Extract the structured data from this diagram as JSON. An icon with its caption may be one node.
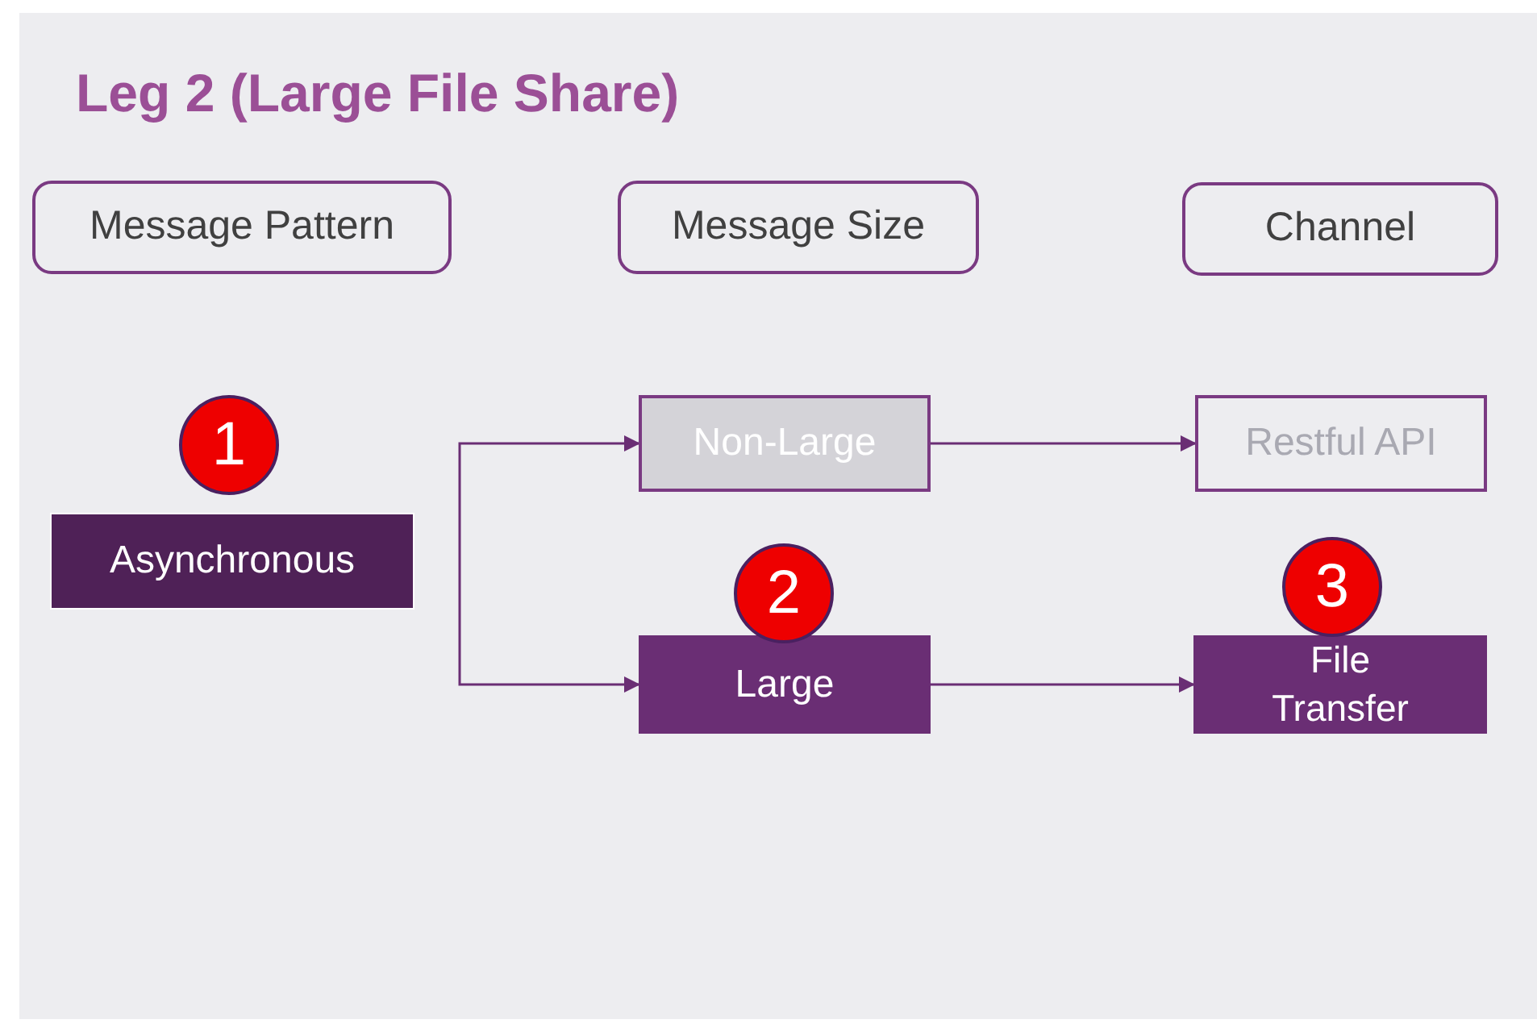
{
  "diagram": {
    "title": "Leg 2 (Large File Share)",
    "nodes": [
      {
        "text": [
          "Message Pattern"
        ]
      },
      {
        "text": [
          "Message Size"
        ]
      },
      {
        "text": [
          "Channel"
        ]
      },
      {
        "text": [
          "1"
        ]
      },
      {
        "text": [
          "Asynchronous"
        ]
      },
      {
        "text": [
          "Non-Large"
        ]
      },
      {
        "text": [
          "Restful API"
        ]
      },
      {
        "text": [
          "2"
        ]
      },
      {
        "text": [
          "Large"
        ]
      },
      {
        "text": [
          "3"
        ]
      },
      {
        "text": [
          "File Transfer"
        ]
      }
    ],
    "edges": [
      {
        "from": null,
        "to": 5,
        "arrow": "to"
      },
      {
        "from": null,
        "to": 8,
        "arrow": "to"
      },
      {
        "from": 5,
        "to": 6,
        "arrow": "to"
      },
      {
        "from": 8,
        "to": 10,
        "arrow": "to"
      }
    ]
  }
}
